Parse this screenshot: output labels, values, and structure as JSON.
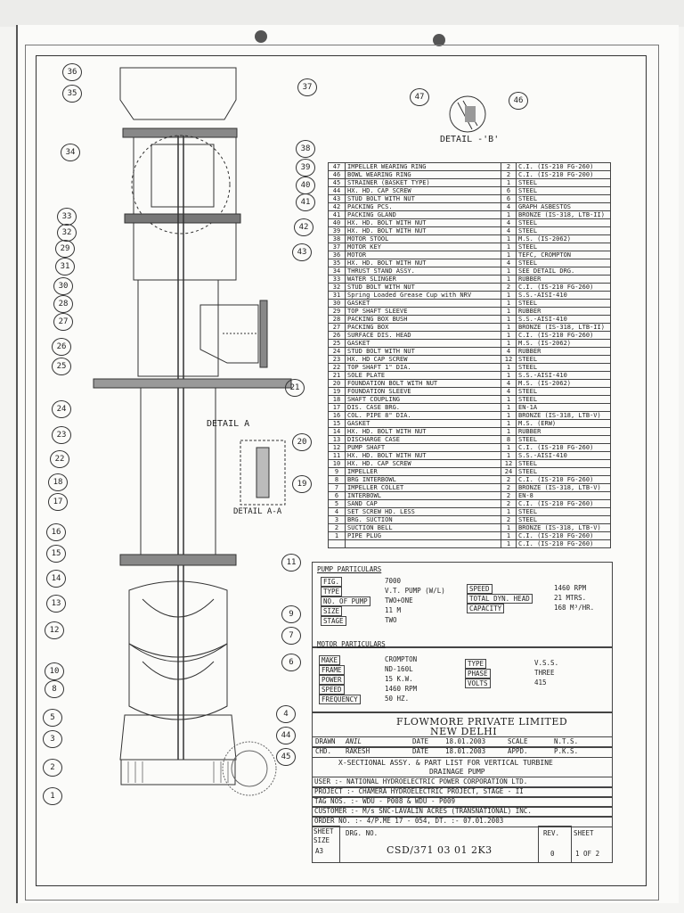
{
  "detail_b_label": "DETAIL -'B'",
  "detail_a_label": "DETAIL A",
  "detail_aa_label": "DETAIL A-A",
  "detail_b_callouts": [
    "47",
    "46"
  ],
  "callouts_left": [
    "36",
    "35",
    "34",
    "33",
    "32",
    "29",
    "31",
    "30",
    "28",
    "27",
    "26",
    "25",
    "24",
    "23",
    "22",
    "18",
    "17",
    "16",
    "15",
    "14",
    "13",
    "12",
    "10",
    "8",
    "5",
    "3",
    "2",
    "1"
  ],
  "callouts_right": [
    "37",
    "38",
    "39",
    "40",
    "41",
    "42",
    "43",
    "21",
    "20",
    "19",
    "11",
    "9",
    "7",
    "6",
    "4",
    "44",
    "45"
  ],
  "parts": [
    {
      "no": "47",
      "desc": "IMPELLER WEARING RING",
      "qty": "2",
      "mat": "C.I. (IS-210 FG-260)"
    },
    {
      "no": "46",
      "desc": "BOWL WEARING RING",
      "qty": "2",
      "mat": "C.I. (IS-210 FG-200)"
    },
    {
      "no": "45",
      "desc": "STRAINER (BASKET TYPE)",
      "qty": "1",
      "mat": "STEEL"
    },
    {
      "no": "44",
      "desc": "HX. HD. CAP SCREW",
      "qty": "6",
      "mat": "STEEL"
    },
    {
      "no": "43",
      "desc": "STUD BOLT WITH NUT",
      "qty": "6",
      "mat": "STEEL"
    },
    {
      "no": "42",
      "desc": "PACKING PCS.",
      "qty": "4",
      "mat": "GRAPH ASBESTOS"
    },
    {
      "no": "41",
      "desc": "PACKING GLAND",
      "qty": "1",
      "mat": "BRONZE (IS-318, LTB-II)"
    },
    {
      "no": "40",
      "desc": "HX. HD. BOLT WITH NUT",
      "qty": "4",
      "mat": "STEEL"
    },
    {
      "no": "39",
      "desc": "HX. HD. BOLT WITH NUT",
      "qty": "4",
      "mat": "STEEL"
    },
    {
      "no": "38",
      "desc": "MOTOR STOOL",
      "qty": "1",
      "mat": "M.S. (IS-2062)"
    },
    {
      "no": "37",
      "desc": "MOTOR KEY",
      "qty": "1",
      "mat": "STEEL"
    },
    {
      "no": "36",
      "desc": "MOTOR",
      "qty": "1",
      "mat": "TEFC, CROMPTON"
    },
    {
      "no": "35",
      "desc": "HX. HD. BOLT WITH NUT",
      "qty": "4",
      "mat": "STEEL"
    },
    {
      "no": "34",
      "desc": "THRUST STAND ASSY.",
      "qty": "1",
      "mat": "SEE DETAIL DRG."
    },
    {
      "no": "33",
      "desc": "WATER SLINGER",
      "qty": "1",
      "mat": "RUBBER"
    },
    {
      "no": "32",
      "desc": "STUD BOLT WITH NUT",
      "qty": "2",
      "mat": "C.I. (IS-210 FG-260)"
    },
    {
      "no": "31",
      "desc": "Spring Loaded Grease Cup with NRV",
      "qty": "1",
      "mat": "S.S.-AISI-410"
    },
    {
      "no": "30",
      "desc": "GASKET",
      "qty": "1",
      "mat": "STEEL"
    },
    {
      "no": "29",
      "desc": "TOP SHAFT SLEEVE",
      "qty": "1",
      "mat": "RUBBER"
    },
    {
      "no": "28",
      "desc": "PACKING BOX BUSH",
      "qty": "1",
      "mat": "S.S.-AISI-410"
    },
    {
      "no": "27",
      "desc": "PACKING BOX",
      "qty": "1",
      "mat": "BRONZE (IS-318, LTB-II)"
    },
    {
      "no": "26",
      "desc": "SURFACE DIS. HEAD",
      "qty": "1",
      "mat": "C.I. (IS-210 FG-260)"
    },
    {
      "no": "25",
      "desc": "GASKET",
      "qty": "1",
      "mat": "M.S. (IS-2062)"
    },
    {
      "no": "24",
      "desc": "STUD BOLT WITH NUT",
      "qty": "4",
      "mat": "RUBBER"
    },
    {
      "no": "23",
      "desc": "HX. HD CAP SCREW",
      "qty": "12",
      "mat": "STEEL"
    },
    {
      "no": "22",
      "desc": "TOP SHAFT 1\" DIA.",
      "qty": "1",
      "mat": "STEEL"
    },
    {
      "no": "21",
      "desc": "SOLE PLATE",
      "qty": "1",
      "mat": "S.S.-AISI-410"
    },
    {
      "no": "20",
      "desc": "FOUNDATION BOLT WITH NUT",
      "qty": "4",
      "mat": "M.S. (IS-2062)"
    },
    {
      "no": "19",
      "desc": "FOUNDATION SLEEVE",
      "qty": "4",
      "mat": "STEEL"
    },
    {
      "no": "18",
      "desc": "SHAFT COUPLING",
      "qty": "1",
      "mat": "STEEL"
    },
    {
      "no": "17",
      "desc": "DIS. CASE BRG.",
      "qty": "1",
      "mat": "EN-1A"
    },
    {
      "no": "16",
      "desc": "COL. PIPE 8\" DIA.",
      "qty": "1",
      "mat": "BRONZE (IS-318, LTB-V)"
    },
    {
      "no": "15",
      "desc": "GASKET",
      "qty": "1",
      "mat": "M.S. (ERW)"
    },
    {
      "no": "14",
      "desc": "HX. HD. BOLT WITH NUT",
      "qty": "1",
      "mat": "RUBBER"
    },
    {
      "no": "13",
      "desc": "DISCHARGE CASE",
      "qty": "8",
      "mat": "STEEL"
    },
    {
      "no": "12",
      "desc": "PUMP SHAFT",
      "qty": "1",
      "mat": "C.I. (IS-210 FG-260)"
    },
    {
      "no": "11",
      "desc": "HX. HD. BOLT WITH NUT",
      "qty": "1",
      "mat": "S.S.-AISI-410"
    },
    {
      "no": "10",
      "desc": "HX. HD. CAP SCREW",
      "qty": "12",
      "mat": "STEEL"
    },
    {
      "no": "9",
      "desc": "IMPELLER",
      "qty": "24",
      "mat": "STEEL"
    },
    {
      "no": "8",
      "desc": "BRG INTERBOWL",
      "qty": "2",
      "mat": "C.I. (IS-210 FG-260)"
    },
    {
      "no": "7",
      "desc": "IMPELLER COLLET",
      "qty": "2",
      "mat": "BRONZE (IS-318, LTB-V)"
    },
    {
      "no": "6",
      "desc": "INTERBOWL",
      "qty": "2",
      "mat": "EN-8"
    },
    {
      "no": "5",
      "desc": "SAND CAP",
      "qty": "2",
      "mat": "C.I. (IS-210 FG-260)"
    },
    {
      "no": "4",
      "desc": "SET SCREW HD. LESS",
      "qty": "1",
      "mat": "STEEL"
    },
    {
      "no": "3",
      "desc": "BRG. SUCTION",
      "qty": "2",
      "mat": "STEEL"
    },
    {
      "no": "2",
      "desc": "SUCTION BELL",
      "qty": "1",
      "mat": "BRONZE (IS-318, LTB-V)"
    },
    {
      "no": "1",
      "desc": "PIPE PLUG",
      "qty": "1",
      "mat": "C.I. (IS-210 FG-260)"
    },
    {
      "no": "",
      "desc": "",
      "qty": "1",
      "mat": "C.I. (IS-210 FG-260)"
    }
  ],
  "pump": {
    "heading": "PUMP PARTICULARS",
    "left": [
      {
        "k": "FIG.",
        "v": "7000"
      },
      {
        "k": "TYPE",
        "v": "V.T. PUMP (W/L)"
      },
      {
        "k": "NO. OF PUMP",
        "v": "TWO+ONE"
      },
      {
        "k": "SIZE",
        "v": "11 M"
      },
      {
        "k": "STAGE",
        "v": "TWO"
      }
    ],
    "right": [
      {
        "k": "SPEED",
        "v": "1460 RPM"
      },
      {
        "k": "TOTAL DYN. HEAD",
        "v": "21 MTRS."
      },
      {
        "k": "CAPACITY",
        "v": "168 M³/HR."
      }
    ]
  },
  "motor": {
    "heading": "MOTOR PARTICULARS",
    "left": [
      {
        "k": "MAKE",
        "v": "CROMPTON"
      },
      {
        "k": "FRAME",
        "v": "ND-160L"
      },
      {
        "k": "POWER",
        "v": "15 K.W."
      },
      {
        "k": "SPEED",
        "v": "1460 RPM"
      },
      {
        "k": "FREQUENCY",
        "v": "50 HZ."
      }
    ],
    "right": [
      {
        "k": "TYPE",
        "v": "V.S.S."
      },
      {
        "k": "PHASE",
        "v": "THREE"
      },
      {
        "k": "VOLTS",
        "v": "415"
      }
    ]
  },
  "title": {
    "company": "FLOWMORE PRIVATE LIMITED",
    "city": "NEW DELHI",
    "drawn_label": "DRAWN",
    "drawn_by": "ANIL",
    "chd_label": "CHD.",
    "chd_by": "RAKESH",
    "date_label": "DATE",
    "date1": "18.01.2003",
    "date2": "18.01.2003",
    "scale_label": "SCALE",
    "scale": "N.T.S.",
    "appd_label": "APPD.",
    "appd": "P.K.S.",
    "description": "X-SECTIONAL ASSY. & PART LIST FOR VERTICAL TURBINE",
    "description2": "DRAINAGE PUMP",
    "user": "USER :-  NATIONAL HYDROELECTRIC POWER CORPORATION LTD.",
    "project": "PROJECT :- CHAMERA HYDROELECTRIC PROJECT, STAGE - II",
    "tag": "TAG NOS. :-  WDU - P008 & WDU - P009",
    "customer": "CUSTOMER :- M/s SNC-LAVALIN ACRES (TRANSNATIONAL) INC.",
    "order": "ORDER NO. :- 4/P.ME 17 - 054,  DT. :- 07.01.2003",
    "sheet_size_label": "SHEET SIZE",
    "sheet_size": "A3",
    "drg_label": "DRG. NO.",
    "drg_no": "CSD/371 03 01 2K3",
    "rev_label": "REV.",
    "rev": "0",
    "sheet_label": "SHEET",
    "sheet": "1 OF 2"
  }
}
